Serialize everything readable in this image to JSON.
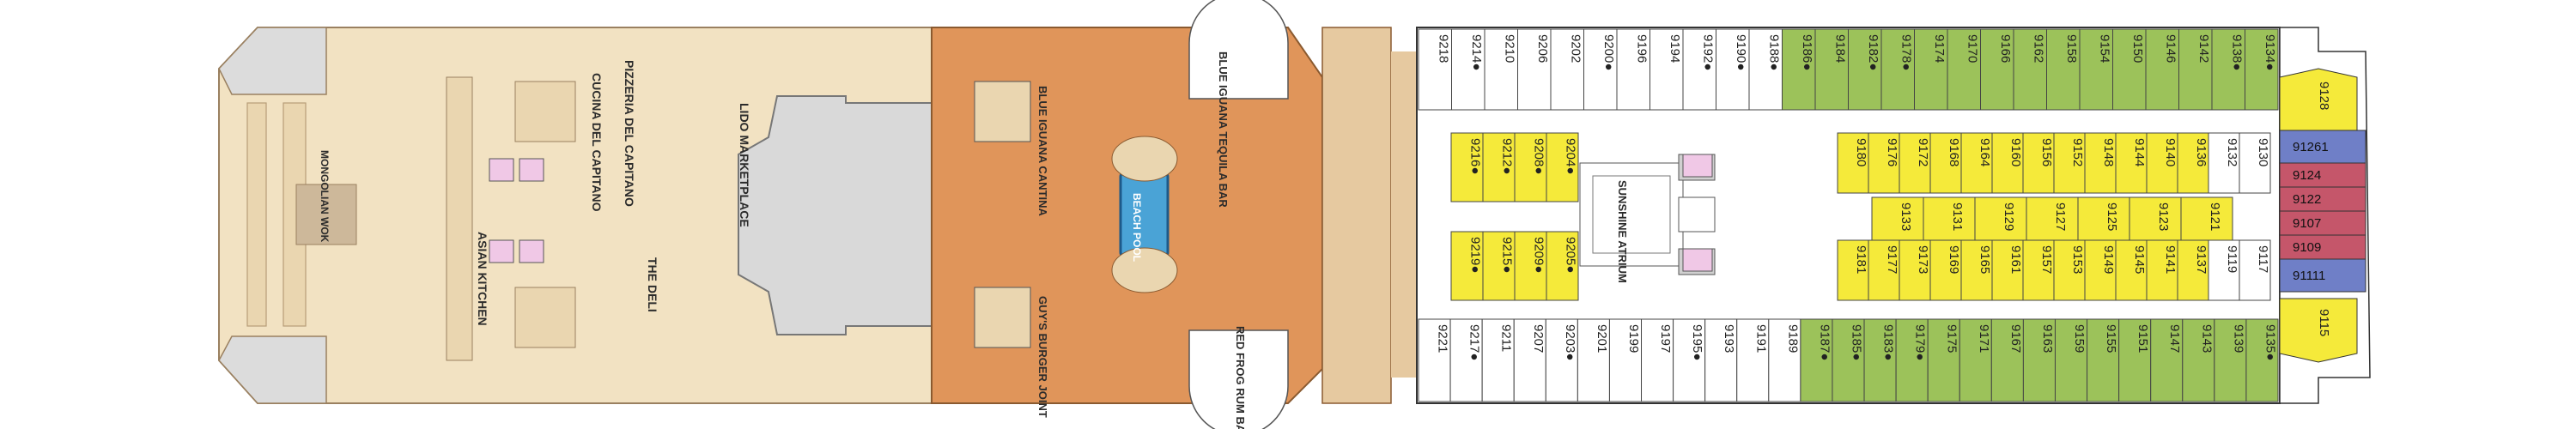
{
  "colors": {
    "lido_floor": "#f2e2c2",
    "lido_line": "#9a8060",
    "pool_deck": "#e0955a",
    "pool_deck_dark": "#c97a40",
    "teak": "#e6c9a0",
    "white": "#ffffff",
    "interior": "#f0c8e6",
    "balcony": "#9cc25a",
    "oceanview": "#f5ea3a",
    "suite_blue": "#6f7fc7",
    "suite_red": "#c5566a",
    "hull_gray": "#dcdcdc",
    "water": "#4aa3d6",
    "ink": "#2b2b2b"
  },
  "labels": {
    "pizzeria": "PIZZERIA DEL CAPITANO",
    "cucina": "CUCINA DEL CAPITANO",
    "lido": "LIDO MARKETPLACE",
    "deli": "THE DELI",
    "asian": "ASIAN KITCHEN",
    "mongolian": "MONGOLIAN WOK",
    "blue_iguana_cantina": "BLUE IGUANA CANTINA",
    "guys_burger": "GUY'S BURGER JOINT",
    "beach_pool": "BEACH POOL",
    "blue_iguana_bar": "BLUE IGUANA TEQUILA BAR",
    "red_frog": "RED FROG RUM BAR",
    "sunshine_atrium": "SUNSHINE ATRIUM"
  },
  "cabins": {
    "top_row": [
      "9218",
      "9214",
      "9210",
      "9206",
      "9202",
      "9200",
      "9196",
      "9194",
      "9192",
      "9190",
      "9188",
      "9186",
      "9184",
      "9182",
      "9178",
      "9174",
      "9170",
      "9166",
      "9162",
      "9158",
      "9154",
      "9150",
      "9146",
      "9142",
      "9138",
      "9134"
    ],
    "top_types": [
      "o",
      "o",
      "o",
      "o",
      "o",
      "o",
      "o",
      "o",
      "o",
      "o",
      "o",
      "b",
      "b",
      "b",
      "b",
      "b",
      "b",
      "b",
      "b",
      "b",
      "b",
      "b",
      "b",
      "b",
      "b",
      "b"
    ],
    "top_marks": [
      "",
      "●",
      "",
      "",
      "",
      "●",
      "",
      "",
      "●",
      "●",
      "●",
      "●",
      "",
      "●",
      "●",
      "",
      "",
      "",
      "",
      "",
      "",
      "",
      "",
      "",
      "●",
      "●"
    ],
    "bottom_row": [
      "9221",
      "9217",
      "9211",
      "9207",
      "9203",
      "9201",
      "9199",
      "9197",
      "9195",
      "9193",
      "9191",
      "9189",
      "9187",
      "9185",
      "9183",
      "9179",
      "9175",
      "9171",
      "9167",
      "9163",
      "9159",
      "9155",
      "9151",
      "9147",
      "9143",
      "9139",
      "9135"
    ],
    "bottom_types": [
      "o",
      "o",
      "o",
      "o",
      "o",
      "o",
      "o",
      "o",
      "o",
      "o",
      "o",
      "o",
      "b",
      "b",
      "b",
      "b",
      "b",
      "b",
      "b",
      "b",
      "b",
      "b",
      "b",
      "b",
      "b",
      "b",
      "b"
    ],
    "bottom_marks": [
      "",
      "●",
      "",
      "",
      "●",
      "",
      "",
      "",
      "●",
      "",
      "",
      "",
      "●",
      "●",
      "●",
      "●",
      "",
      "",
      "",
      "",
      "",
      "",
      "",
      "",
      "",
      "",
      "●"
    ],
    "inner_top_left": [
      "9216",
      "9212",
      "9208",
      "9204"
    ],
    "inner_bot_left": [
      "9219",
      "9215",
      "9209",
      "9205"
    ],
    "inner_top_right": [
      "9180",
      "9176",
      "9172",
      "9168",
      "9164",
      "9160",
      "9156",
      "9152",
      "9148",
      "9144",
      "9140",
      "9136",
      "9132",
      "9130"
    ],
    "inner_mid_top": [
      "9133",
      "9131",
      "9129",
      "9127",
      "9125",
      "9123",
      "9121"
    ],
    "inner_bot_right": [
      "9181",
      "9177",
      "9173",
      "9169",
      "9165",
      "9161",
      "9157",
      "9153",
      "9149",
      "9145",
      "9141",
      "9137",
      "9119",
      "9117"
    ],
    "suites_top_label": "9128",
    "suites_bottom_label": "9115",
    "suites_right": [
      "91261",
      "9124",
      "9122",
      "9107",
      "9109",
      "91111"
    ]
  }
}
